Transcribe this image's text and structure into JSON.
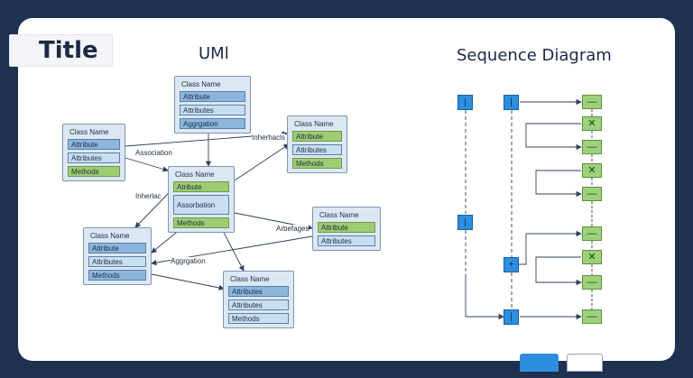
{
  "title": "Title",
  "uml": {
    "heading": "UMl",
    "classes": [
      {
        "name": "Class Name",
        "rows": [
          "Attribute",
          "Attributes",
          "Aggrgation"
        ]
      },
      {
        "name": "Class Name",
        "rows": [
          "Attribute",
          "Attributes",
          "Methods"
        ]
      },
      {
        "name": "Class Name",
        "rows": [
          "Attribute",
          "Attributes",
          "Methods"
        ]
      },
      {
        "name": "Class Name",
        "rows": [
          "Atribute",
          "Assorbation",
          "Methods"
        ]
      },
      {
        "name": "Class Name",
        "rows": [
          "Attribute",
          "Attributes"
        ]
      },
      {
        "name": "Class Name",
        "rows": [
          "Attribute",
          "Attributes",
          "Methods"
        ]
      },
      {
        "name": "Class Name",
        "rows": [
          "Attributes",
          "Attributes",
          "Methods"
        ]
      }
    ],
    "edge_labels": [
      "Inherhacls",
      "Association",
      "Inherlac",
      "Arbefages",
      "Aggrgation"
    ]
  },
  "sequence": {
    "heading": "Sequence Diagram",
    "blue_glyphs": [
      "|",
      "|",
      "|",
      "+",
      "|"
    ],
    "green_glyphs": [
      "—",
      "✕",
      "—",
      "✕",
      "—",
      "—",
      "✕",
      "—",
      "—"
    ]
  },
  "colors": {
    "background": "#1f3150",
    "card": "#ffffff",
    "class_fill": "#dbe8f3",
    "row_blue": "#8db6de",
    "row_green": "#9dcc72",
    "seq_blue": "#2d8ee0",
    "seq_green": "#9dd17a"
  }
}
